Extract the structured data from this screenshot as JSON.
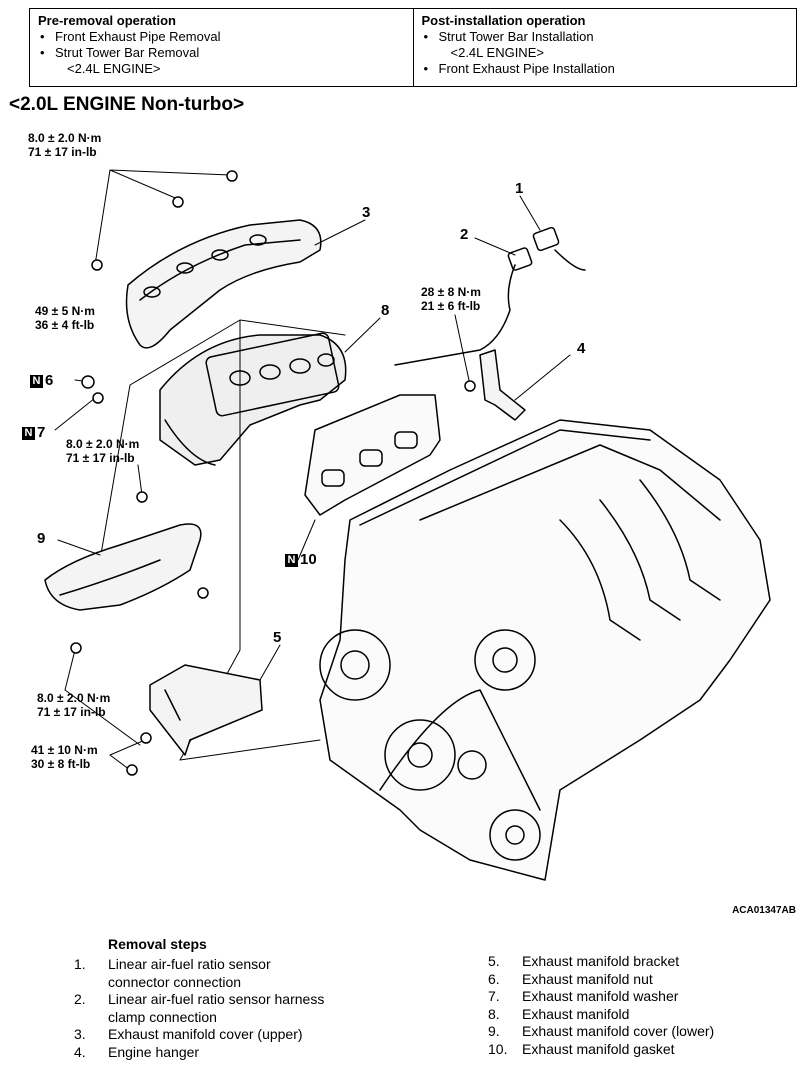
{
  "operations": {
    "pre_removal": {
      "heading": "Pre-removal operation",
      "items": [
        {
          "text": "Front Exhaust Pipe Removal",
          "sub": ""
        },
        {
          "text": "Strut Tower Bar Removal",
          "sub": "<2.4L ENGINE>"
        }
      ]
    },
    "post_installation": {
      "heading": "Post-installation operation",
      "items": [
        {
          "text": "Strut Tower Bar Installation",
          "sub": "<2.4L ENGINE>"
        },
        {
          "text": "Front Exhaust Pipe Installation",
          "sub": ""
        }
      ]
    }
  },
  "section_title": "<2.0L ENGINE Non-turbo>",
  "diagram": {
    "torques": {
      "t1_nm": "8.0 ± 2.0 N·m",
      "t1_in": "71 ± 17 in-lb",
      "t2_nm": "49 ± 5 N·m",
      "t2_ft": "36 ± 4 ft-lb",
      "t3_nm": "8.0 ± 2.0 N·m",
      "t3_in": "71 ± 17 in-lb",
      "t4_nm": "28 ± 8 N·m",
      "t4_ft": "21 ± 6 ft-lb",
      "t5_nm": "8.0 ± 2.0 N·m",
      "t5_in": "71 ± 17 in-lb",
      "t6_nm": "41 ± 10 N·m",
      "t6_ft": "30 ± 8 ft-lb"
    },
    "callouts": {
      "c1": "1",
      "c2": "2",
      "c3": "3",
      "c4": "4",
      "c5": "5",
      "c6": "6",
      "c7": "7",
      "c8": "8",
      "c9": "9",
      "c10": "10",
      "n_mark": "N"
    },
    "figure_code": "ACA01347AB"
  },
  "removal": {
    "title": "Removal steps",
    "left": [
      {
        "num": "1.",
        "line1": "Linear air-fuel ratio sensor",
        "line2": "connector connection"
      },
      {
        "num": "2.",
        "line1": "Linear air-fuel ratio sensor harness",
        "line2": "clamp connection"
      },
      {
        "num": "3.",
        "line1": "Exhaust manifold cover (upper)",
        "line2": ""
      },
      {
        "num": "4.",
        "line1": "Engine hanger",
        "line2": ""
      }
    ],
    "right": [
      {
        "num": "5.",
        "line1": "Exhaust manifold bracket"
      },
      {
        "num": "6.",
        "line1": "Exhaust manifold nut"
      },
      {
        "num": "7.",
        "line1": "Exhaust manifold washer"
      },
      {
        "num": "8.",
        "line1": "Exhaust manifold"
      },
      {
        "num": "9.",
        "line1": "Exhaust manifold cover (lower)"
      },
      {
        "num": "10.",
        "line1": "Exhaust manifold gasket"
      }
    ]
  }
}
